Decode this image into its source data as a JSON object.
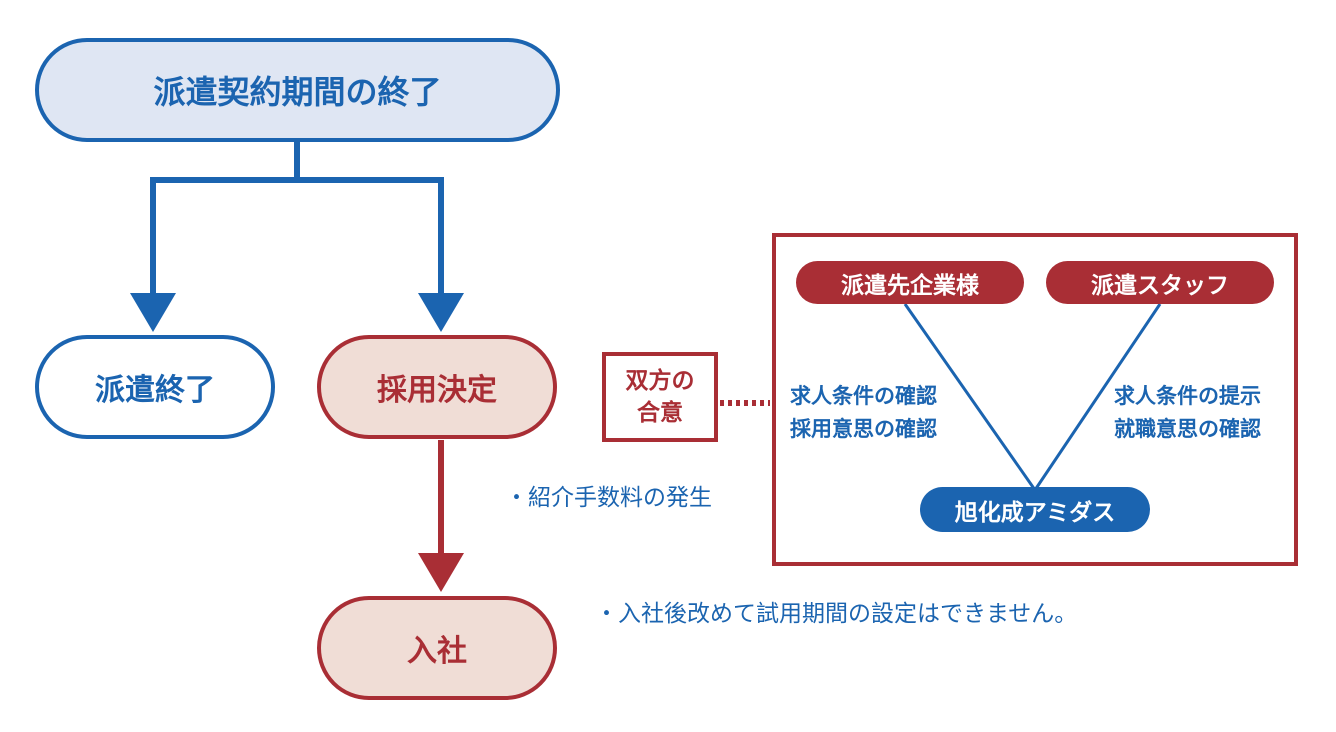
{
  "colors": {
    "blue": "#1b64b0",
    "blue_fill": "#dfe6f3",
    "red": "#a92e35",
    "red_fill": "#f0ddd6"
  },
  "flow": {
    "top_node": "派遣契約期間の終了",
    "end_node": "派遣終了",
    "decision_node": "採用決定",
    "join_node": "入社",
    "fee_note": "・紹介手数料の発生",
    "trial_note": "・入社後改めて試用期間の設定はできません。"
  },
  "agreement": {
    "line1": "双方の",
    "line2": "合意",
    "connector": "……"
  },
  "parties": {
    "client": "派遣先企業様",
    "staff": "派遣スタッフ",
    "agency": "旭化成アミダス",
    "client_actions": [
      "求人条件の確認",
      "採用意思の確認"
    ],
    "staff_actions": [
      "求人条件の提示",
      "就職意思の確認"
    ]
  }
}
